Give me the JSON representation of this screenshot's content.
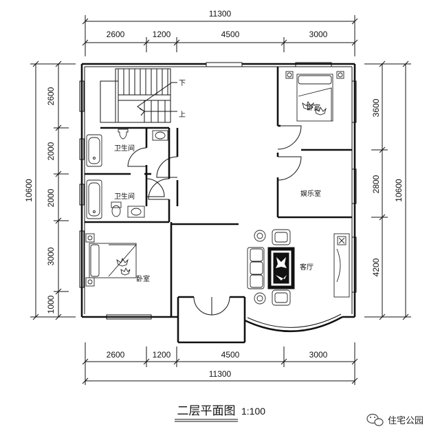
{
  "dimensions": {
    "top_total": "11300",
    "top_segments": [
      "2600",
      "1200",
      "4500",
      "3000"
    ],
    "bottom_segments": [
      "2600",
      "1200",
      "4500",
      "3000"
    ],
    "bottom_total": "11300",
    "left_total": "10600",
    "left_segments": [
      "2600",
      "2000",
      "2000",
      "3000",
      "1000"
    ],
    "right_total": "10600",
    "right_segments": [
      "3600",
      "2800",
      "4200"
    ]
  },
  "labels": {
    "stair_down": "下",
    "stair_up": "上",
    "bathroom_1": "卫生间",
    "bathroom_2": "卫生间",
    "bedroom_ne": "卧室",
    "bedroom_sw": "卧室",
    "entertainment": "娱乐室",
    "living_room": "客厅"
  },
  "title": "二层平面图",
  "scale": "1:100",
  "watermark": "住宅公园"
}
